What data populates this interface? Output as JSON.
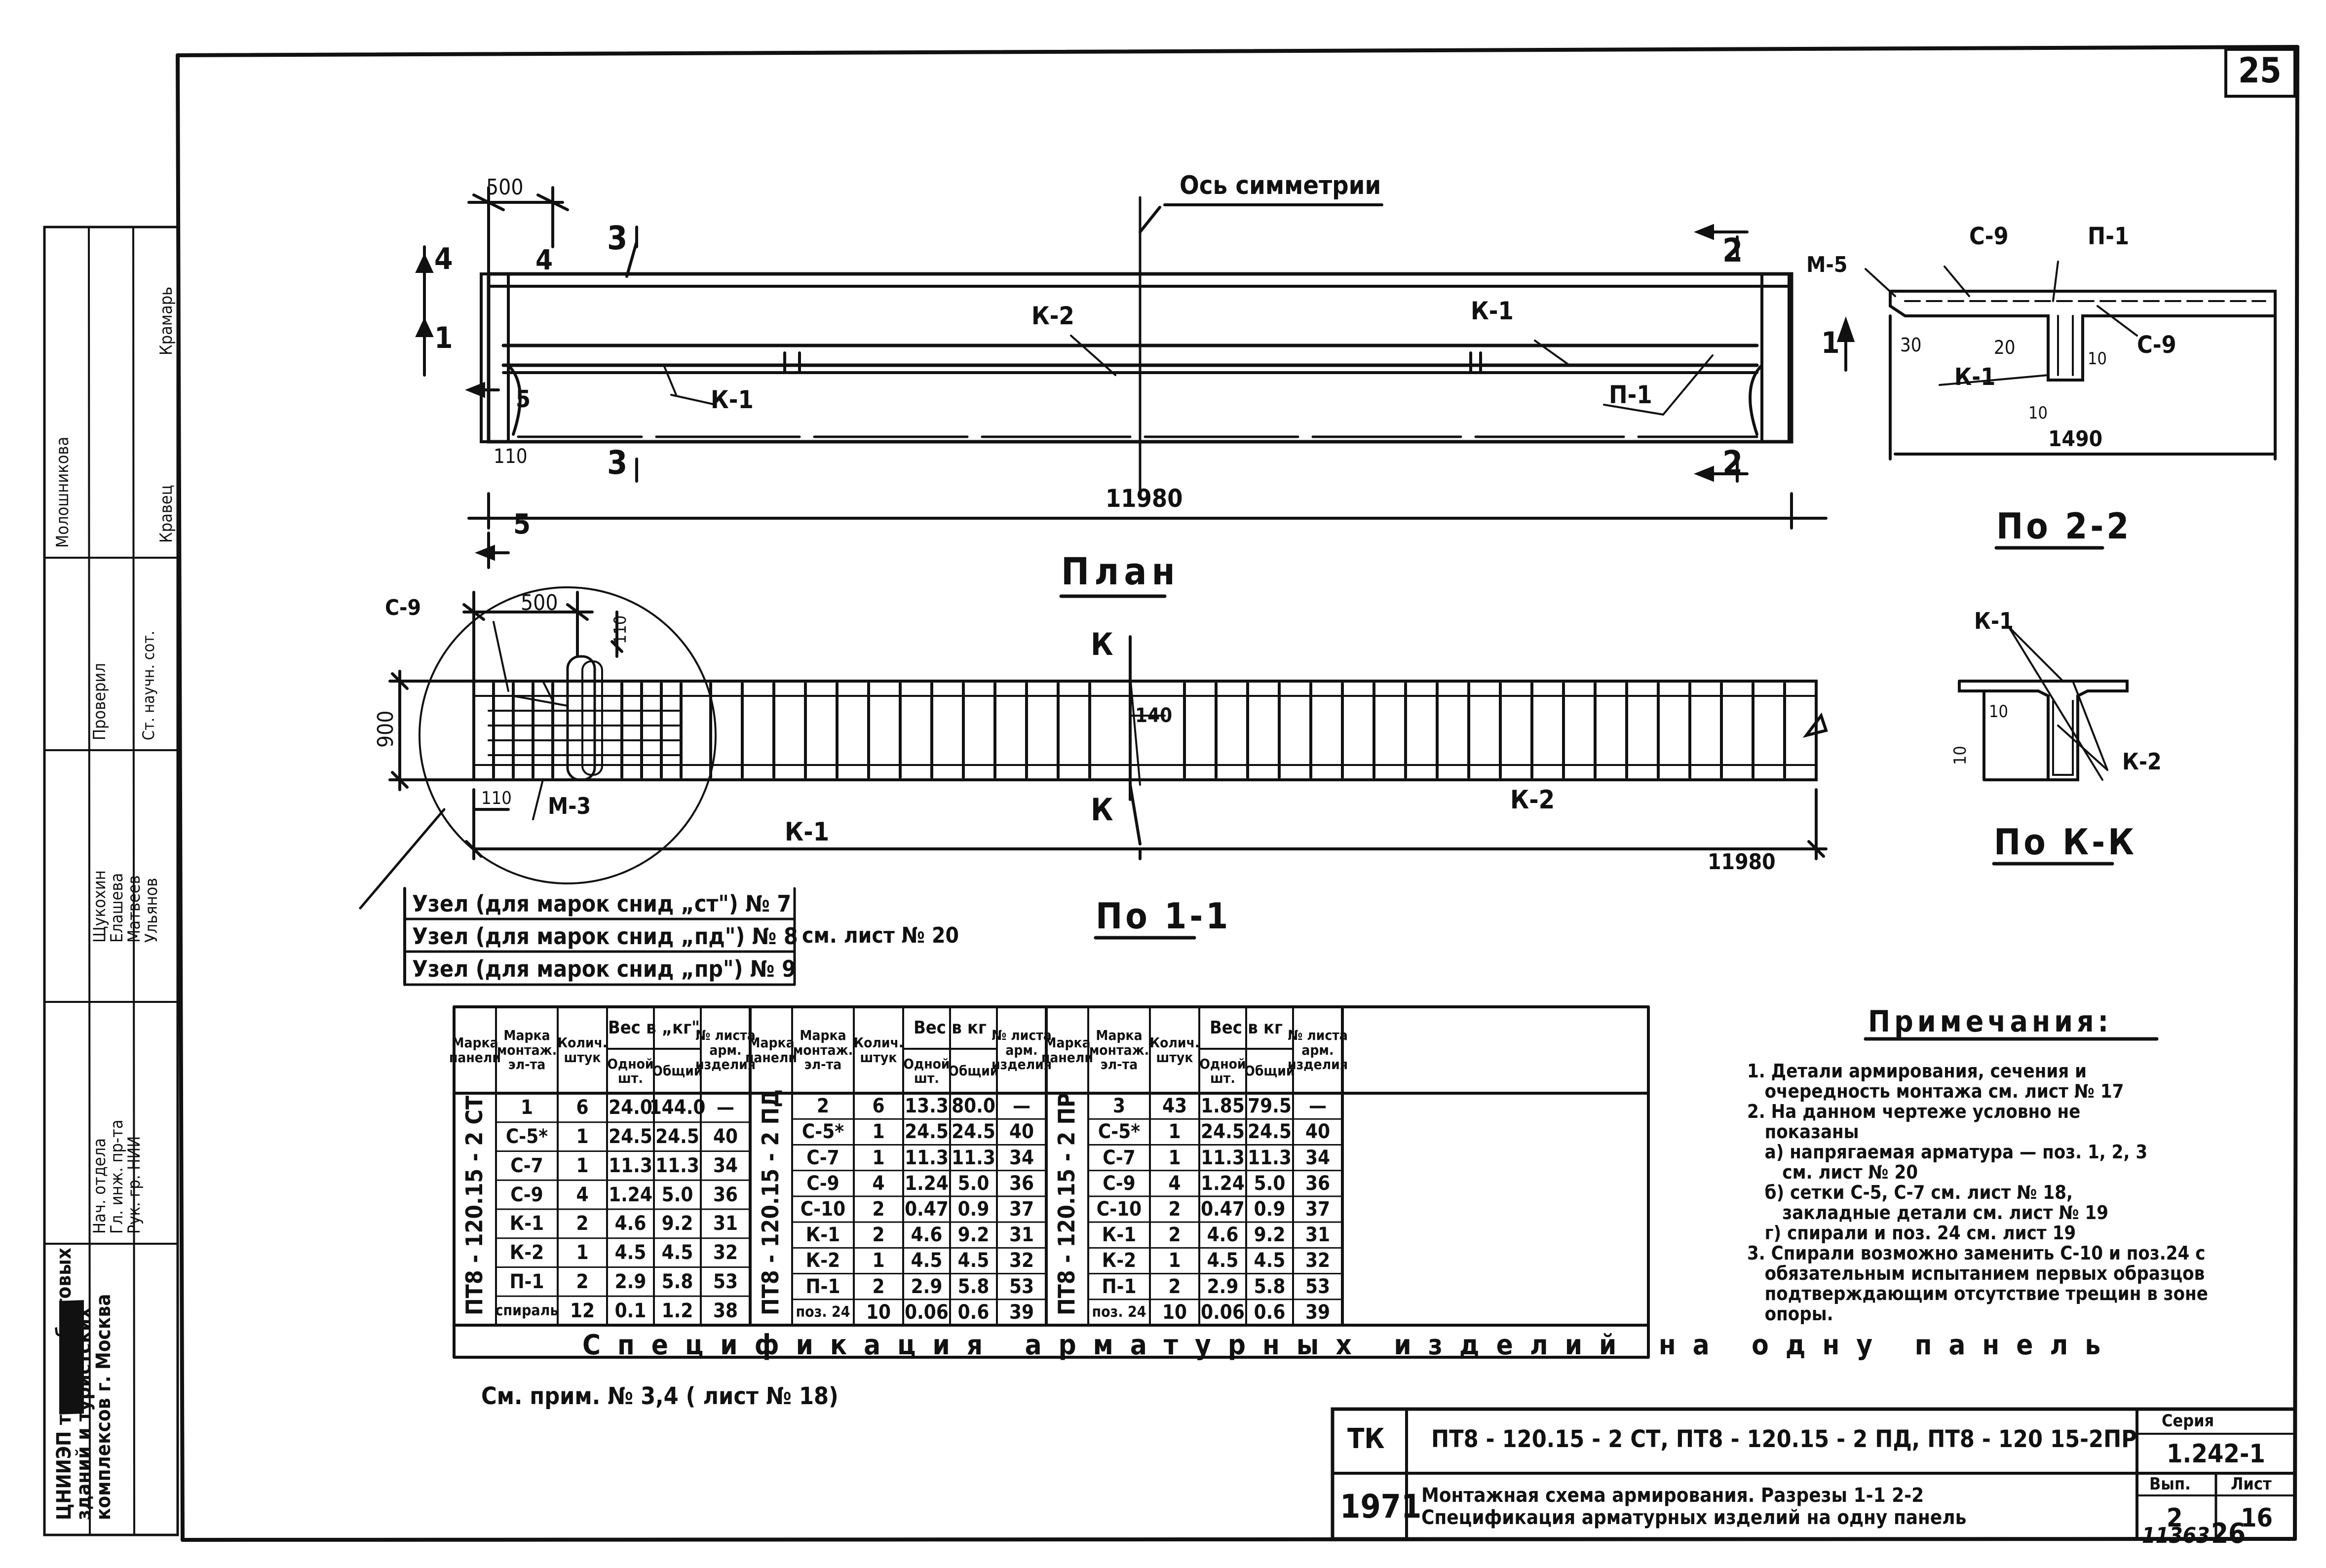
{
  "sheet": {
    "page_number": "25",
    "bottom_inventory": "11363",
    "bottom_page": "26"
  },
  "plan": {
    "title": "План",
    "axis_label": "Ось симметрии",
    "dims": {
      "top_left": "500",
      "length": "11980",
      "bottom_left": "110"
    },
    "section_marks": {
      "s4": "4",
      "s3": "3",
      "s2": "2",
      "s1": "1",
      "s5": "5"
    },
    "labels": {
      "k2": "К-2",
      "k1_left": "К-1",
      "k1_right": "К-1",
      "p1": "П-1"
    }
  },
  "section11": {
    "title": "По 1-1",
    "dims": {
      "top": "500",
      "height": "900",
      "hook": "110",
      "left": "110",
      "depth": "140",
      "length": "11980"
    },
    "labels": {
      "c9": "С-9",
      "m3": "М-3",
      "k1": "К-1",
      "k2": "К-2",
      "k": "К"
    }
  },
  "section22": {
    "title": "По 2-2",
    "labels": {
      "m5": "М-5",
      "c9_top": "С-9",
      "p1": "П-1",
      "c9_right": "С-9",
      "k1": "К-1"
    },
    "dims": {
      "d30": "30",
      "d20": "20",
      "d10a": "10",
      "d10b": "10",
      "width": "1490",
      "mark1": "1"
    }
  },
  "sectionKK": {
    "title": "По К-К",
    "labels": {
      "k1": "К-1",
      "k2": "К-2"
    },
    "dims": {
      "d10a": "10",
      "d10b": "10"
    }
  },
  "nodes": {
    "rows": [
      "Узел (для марок снид „ст\") № 7",
      "Узел (для марок снид „пд\") № 8",
      "Узел (для марок снид „пр\") № 9"
    ],
    "ref": "см. лист № 20"
  },
  "spec": {
    "title": "Спецификация арматурных изделий на одну панель",
    "headers": {
      "panel": "Марка панели",
      "element": "Марка монтаж. эл-та",
      "qty": "Колич. штук",
      "weight": "Вес в „кг\"",
      "weight_b": "Вес в кг",
      "weight_c": "Вес в кг",
      "one": "Одной шт.",
      "total": "Общий",
      "sheet": "№ листа арм. изделия"
    },
    "groups": [
      {
        "panel": "ПТ8 - 120.15 - 2 СТ",
        "rows": [
          [
            "1",
            "6",
            "24.0",
            "144.0",
            "—"
          ],
          [
            "С-5*",
            "1",
            "24.5",
            "24.5",
            "40"
          ],
          [
            "С-7",
            "1",
            "11.3",
            "11.3",
            "34"
          ],
          [
            "С-9",
            "4",
            "1.24",
            "5.0",
            "36"
          ],
          [
            "К-1",
            "2",
            "4.6",
            "9.2",
            "31"
          ],
          [
            "К-2",
            "1",
            "4.5",
            "4.5",
            "32"
          ],
          [
            "П-1",
            "2",
            "2.9",
            "5.8",
            "53"
          ],
          [
            "спираль",
            "12",
            "0.1",
            "1.2",
            "38"
          ]
        ]
      },
      {
        "panel": "ПТ8 - 120.15 - 2 ПД",
        "rows": [
          [
            "2",
            "6",
            "13.3",
            "80.0",
            "—"
          ],
          [
            "С-5*",
            "1",
            "24.5",
            "24.5",
            "40"
          ],
          [
            "С-7",
            "1",
            "11.3",
            "11.3",
            "34"
          ],
          [
            "С-9",
            "4",
            "1.24",
            "5.0",
            "36"
          ],
          [
            "С-10",
            "2",
            "0.47",
            "0.9",
            "37"
          ],
          [
            "К-1",
            "2",
            "4.6",
            "9.2",
            "31"
          ],
          [
            "К-2",
            "1",
            "4.5",
            "4.5",
            "32"
          ],
          [
            "П-1",
            "2",
            "2.9",
            "5.8",
            "53"
          ],
          [
            "поз. 24",
            "10",
            "0.06",
            "0.6",
            "39"
          ]
        ]
      },
      {
        "panel": "ПТ8 - 120.15 - 2 ПР",
        "rows": [
          [
            "3",
            "43",
            "1.85",
            "79.5",
            "—"
          ],
          [
            "С-5*",
            "1",
            "24.5",
            "24.5",
            "40"
          ],
          [
            "С-7",
            "1",
            "11.3",
            "11.3",
            "34"
          ],
          [
            "С-9",
            "4",
            "1.24",
            "5.0",
            "36"
          ],
          [
            "С-10",
            "2",
            "0.47",
            "0.9",
            "37"
          ],
          [
            "К-1",
            "2",
            "4.6",
            "9.2",
            "31"
          ],
          [
            "К-2",
            "1",
            "4.5",
            "4.5",
            "32"
          ],
          [
            "П-1",
            "2",
            "2.9",
            "5.8",
            "53"
          ],
          [
            "поз. 24",
            "10",
            "0.06",
            "0.6",
            "39"
          ]
        ]
      }
    ]
  },
  "ref_note": "См. прим. № 3,4 ( лист № 18)",
  "notes": {
    "title": "Примечания:",
    "lines": [
      "1. Детали армирования, сечения и",
      "   очередность монтажа см. лист № 17",
      "2. На данном чертеже условно не",
      "   показаны",
      "   а) напрягаемая арматура — поз. 1, 2, 3",
      "      см. лист № 20",
      "   б) сетки С-5, С-7 см. лист № 18,",
      "      закладные детали см. лист № 19",
      "   г) спирали и поз. 24 см. лист 19",
      "3. Спирали возможно заменить С-10 и поз.24 с",
      "   обязательным испытанием первых образцов",
      "   подтверждающим отсутствие трещин в зоне",
      "   опоры."
    ]
  },
  "stamp": {
    "tk": "ТК",
    "year": "1971",
    "codes": "ПТ8 - 120.15 - 2 СТ, ПТ8 - 120.15 - 2 ПД, ПТ8 - 120 15-2ПР",
    "desc1": "Монтажная схема армирования. Разрезы 1-1 2-2",
    "desc2": "Спецификация арматурных изделий на одну панель",
    "series_label": "Серия",
    "series": "1.242-1",
    "issue_label": "Вып.",
    "issue": "2",
    "sheet_label": "Лист",
    "sheet": "16"
  },
  "side_stamp": {
    "org": "ЦНИИЭП торгово-бытовых зданий и туристских комплексов г. Москва",
    "roles": [
      "Нач. отдела",
      "Гл. инж. пр-та",
      "Рук. гр. НИИ",
      "Проверил",
      "Ст. научн. сот."
    ],
    "names": [
      "Щукохин",
      "Елашева",
      "Матвеев",
      "Ульянов",
      "Кравец",
      "Молошникова",
      "Крамарь"
    ]
  }
}
